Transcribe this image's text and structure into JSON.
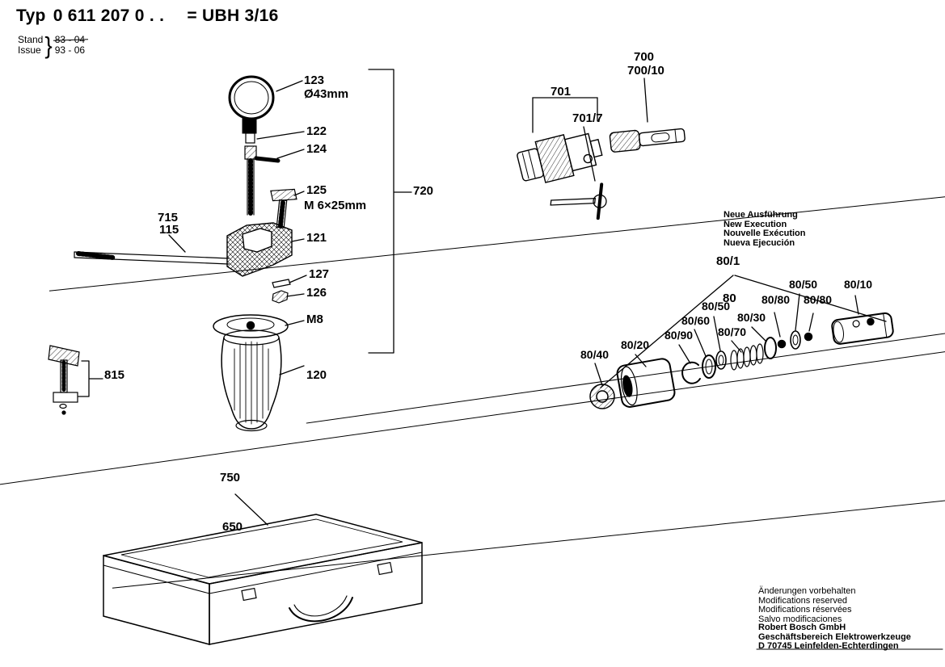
{
  "header": {
    "typ": "Typ",
    "number": "0 611 207 0 . .",
    "model": "= UBH 3/16",
    "stand_label": "Stand",
    "issue_label": "Issue",
    "brace": "}",
    "stand_value": "83 - 04",
    "issue_value": "93 - 06"
  },
  "labels": {
    "p123": "123",
    "dia43": "Ø43mm",
    "p122": "122",
    "p124": "124",
    "p125": "125",
    "m6x25": "M 6×25mm",
    "p121": "121",
    "p127": "127",
    "p126": "126",
    "m8": "M8",
    "p720": "720",
    "p715": "715",
    "p115": "115",
    "p120": "120",
    "p815": "815",
    "p700": "700",
    "p700_10": "700/10",
    "p701": "701",
    "p701_7": "701/7",
    "p80_1": "80/1",
    "p80": "80",
    "p80_10": "80/10",
    "p80_20": "80/20",
    "p80_30": "80/30",
    "p80_40": "80/40",
    "p80_50a": "80/50",
    "p80_50b": "80/50",
    "p80_60": "80/60",
    "p80_70": "80/70",
    "p80_80a": "80/80",
    "p80_80b": "80/80",
    "p80_90": "80/90",
    "p750": "750",
    "p650": "650"
  },
  "notes": {
    "new_execution": [
      "Neue Ausführung",
      "New Execution",
      "Nouvelle Exécution",
      "Nueva Ejecución"
    ],
    "modifications": [
      "Änderungen vorbehalten",
      "Modifications reserved",
      "Modifications réservées",
      "Salvo modificaciones"
    ],
    "company": [
      "Robert Bosch GmbH",
      "Geschäftsbereich Elektrowerkzeuge",
      "D 70745 Leinfelden-Echterdingen"
    ]
  }
}
